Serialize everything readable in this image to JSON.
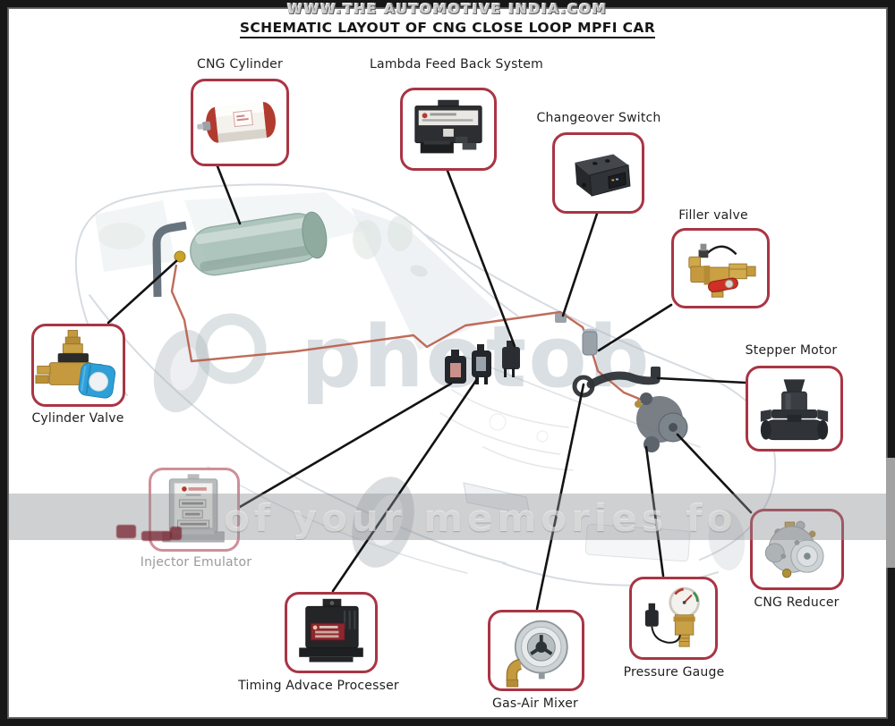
{
  "header": {
    "watermark": "WWW.THE AUTOMOTIVE INDIA.COM",
    "title": "SCHEMATIC LAYOUT OF CNG CLOSE LOOP MPFI CAR"
  },
  "watermarks": {
    "center_text": "photob",
    "band_text": "of your memories fo"
  },
  "colors": {
    "box_border": "#a93544",
    "box_border_faded": "#cf8f99",
    "gas_pipe_red": "#b85c48",
    "callout_line": "#131313",
    "label_text": "#1f1f1f",
    "label_text_muted": "#9a9a9a",
    "frame": "#171717",
    "band_gray": "rgba(140,144,148,0.42)",
    "cylinder_teal": "#a3bdb4",
    "brass": "#c59a3f",
    "knob_blue": "#2f9fd8"
  },
  "components": [
    {
      "id": "cng-cylinder",
      "label": "CNG Cylinder",
      "icon": "cng-cylinder-icon"
    },
    {
      "id": "lambda-feedback",
      "label": "Lambda Feed Back System",
      "icon": "ecu-box-icon"
    },
    {
      "id": "changeover-switch",
      "label": "Changeover Switch",
      "icon": "switch-box-icon"
    },
    {
      "id": "filler-valve",
      "label": "Filler valve",
      "icon": "brass-filler-valve-icon"
    },
    {
      "id": "stepper-motor",
      "label": "Stepper Motor",
      "icon": "stepper-motor-icon"
    },
    {
      "id": "cylinder-valve",
      "label": "Cylinder Valve",
      "icon": "blue-knob-valve-icon"
    },
    {
      "id": "injector-emulator",
      "label": "Injector Emulator",
      "icon": "emulator-box-icon"
    },
    {
      "id": "timing-advance",
      "label": "Timing Advace Processer",
      "icon": "processor-box-icon"
    },
    {
      "id": "gas-air-mixer",
      "label": "Gas-Air Mixer",
      "icon": "mixer-icon"
    },
    {
      "id": "pressure-gauge",
      "label": "Pressure Gauge",
      "icon": "pressure-gauge-icon"
    },
    {
      "id": "cng-reducer",
      "label": "CNG Reducer",
      "icon": "reducer-icon"
    }
  ]
}
